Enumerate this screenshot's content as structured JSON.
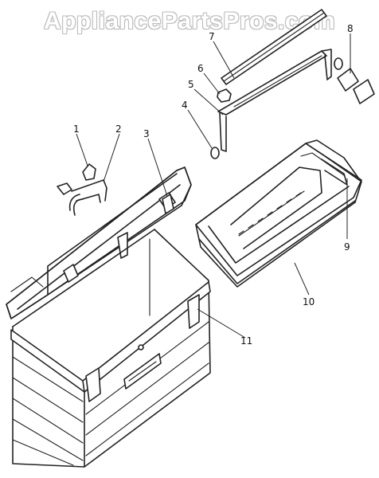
{
  "watermark": "AppliancePartsPros.com",
  "callouts": [
    "1",
    "2",
    "3",
    "4",
    "5",
    "6",
    "7",
    "8",
    "9",
    "10",
    "11"
  ],
  "colors": {
    "line": "#222222",
    "background": "#ffffff",
    "watermark_outline": "#bcbcbc"
  }
}
